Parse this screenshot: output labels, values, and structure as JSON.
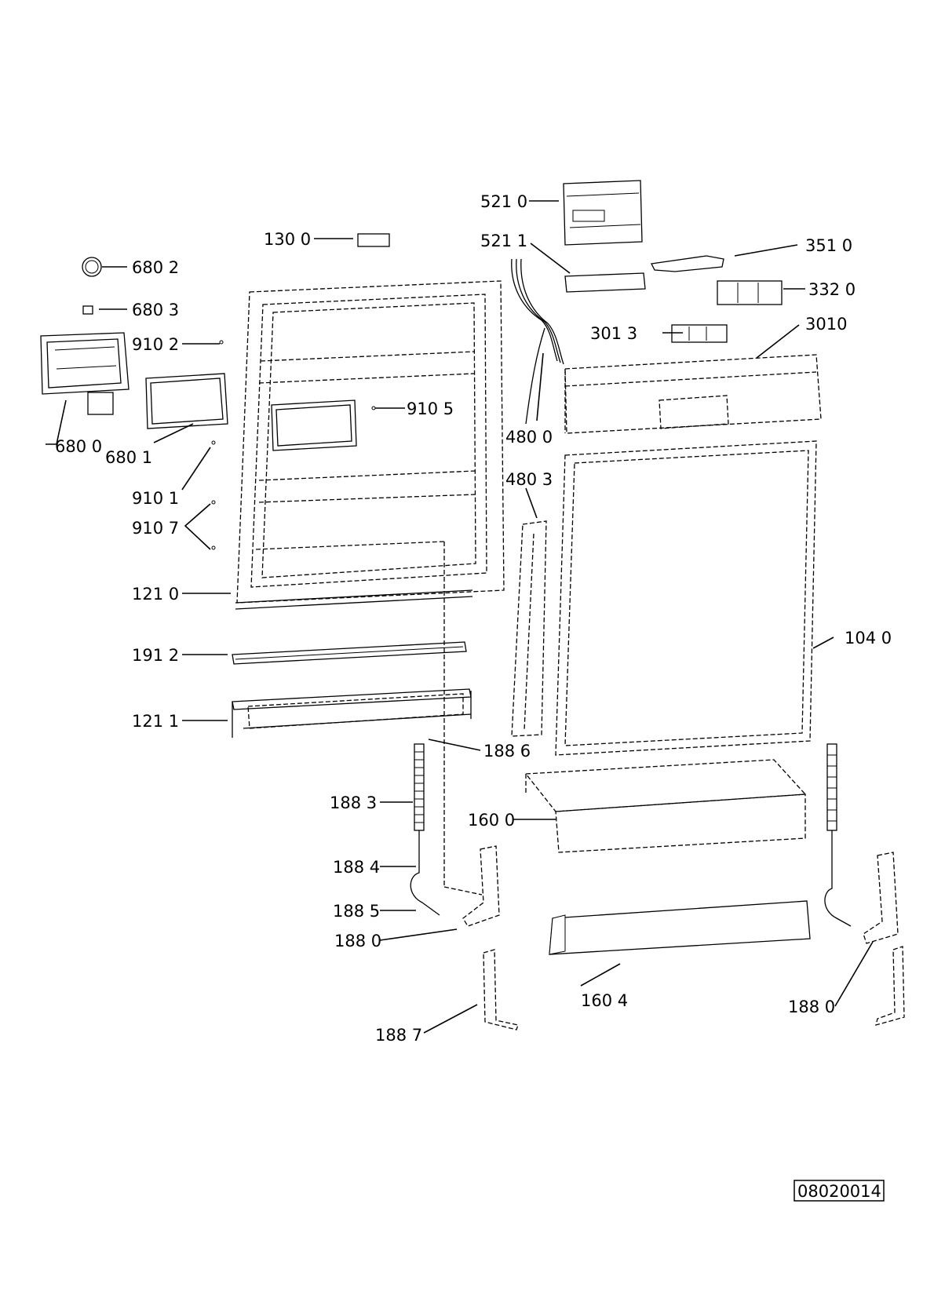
{
  "labels": {
    "l5210": "521 0",
    "l5211": "521 1",
    "l1300": "130 0",
    "l3510": "351 0",
    "l3320": "332 0",
    "l6802": "680 2",
    "l6803": "680 3",
    "l3013": "301 3",
    "l3010": "3010",
    "l9102": "910 2",
    "l9105": "910 5",
    "l6800": "680 0",
    "l6801": "680 1",
    "l4800": "480 0",
    "l4803": "480 3",
    "l9101": "910 1",
    "l9107": "910 7",
    "l1210": "121 0",
    "l1040": "104 0",
    "l1912": "191 2",
    "l1211": "121 1",
    "l1886": "188 6",
    "l1883": "188 3",
    "l1600": "160 0",
    "l1884": "188 4",
    "l1885": "188 5",
    "l1880a": "188 0",
    "l1604": "160 4",
    "l1880b": "188 0",
    "l1887": "188 7"
  },
  "drawing_number": "08020014"
}
